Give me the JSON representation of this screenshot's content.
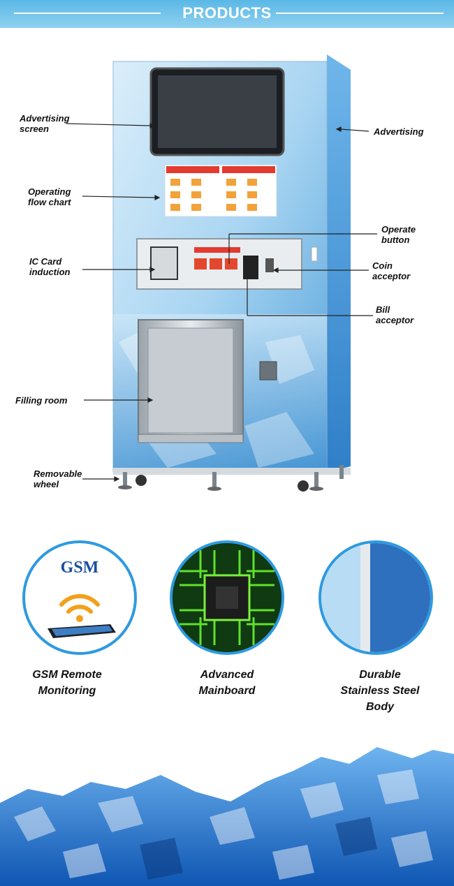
{
  "header": {
    "title": "PRODUCTS"
  },
  "callouts": {
    "advertising_screen": [
      "Advertising",
      "screen"
    ],
    "advertising": "Advertising",
    "operating_flow_chart": [
      "Operating",
      "flow chart"
    ],
    "operate_button": [
      "Operate",
      "button"
    ],
    "ic_card_induction": [
      "IC Card",
      "induction"
    ],
    "coin_acceptor": [
      "Coin",
      "acceptor"
    ],
    "bill_acceptor": [
      "Bill",
      "acceptor"
    ],
    "filling_room": "Filling room",
    "removable_wheel": [
      "Removable",
      "wheel"
    ]
  },
  "features": [
    {
      "title": [
        "GSM Remote",
        "Monitoring"
      ],
      "icon": "gsm-tablet-icon",
      "badge": "GSM"
    },
    {
      "title": [
        "Advanced",
        "Mainboard"
      ],
      "icon": "chip-icon"
    },
    {
      "title": [
        "Durable",
        "Stainless Steel",
        "Body"
      ],
      "icon": "steel-panel-icon"
    }
  ],
  "colors": {
    "header": "#5ab8e6",
    "accent": "#2e9ae0",
    "ice": "#1f6fc7"
  }
}
